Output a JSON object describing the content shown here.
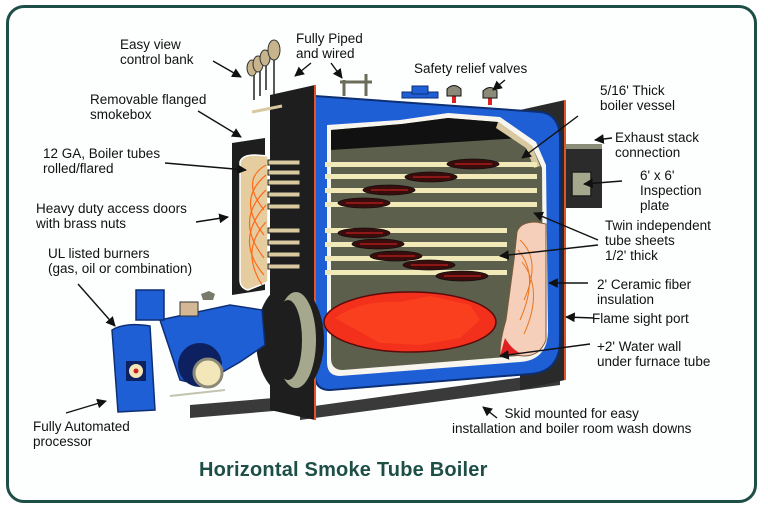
{
  "title": "Horizontal Smoke Tube Boiler",
  "colors": {
    "frame": "#1d4f47",
    "title": "#1d4f47",
    "vessel_blue": "#1f5fd6",
    "flame_red": "#f2301b",
    "interior_gray": "#5c5f4c",
    "tube_cream": "#f1eab8",
    "dark_body": "#1e1e1e"
  },
  "labels": {
    "control_bank": "Easy view\ncontrol bank",
    "piped_wired": "Fully Piped\nand wired",
    "safety_valves": "Safety relief valves",
    "vessel_thickness": "5/16' Thick\nboiler vessel",
    "smokebox": "Removable flanged\nsmokebox",
    "exhaust_stack": "Exhaust stack\nconnection",
    "boiler_tubes": "12 GA, Boiler tubes\nrolled/flared",
    "inspection_plate": "6' x 6'\nInspection\nplate",
    "access_doors": "Heavy duty access doors\nwith brass nuts",
    "tube_sheets": "Twin independent\ntube sheets\n1/2' thick",
    "burners": "UL listed burners\n(gas, oil or combination)",
    "ceramic_insulation": "2' Ceramic fiber\ninsulation",
    "flame_sight_port": "Flame sight port",
    "water_wall": "+2' Water wall\nunder furnace tube",
    "automated_processor": "Fully Automated\nprocessor",
    "skid": "Skid mounted for easy\ninstallation and boiler room wash downs"
  }
}
